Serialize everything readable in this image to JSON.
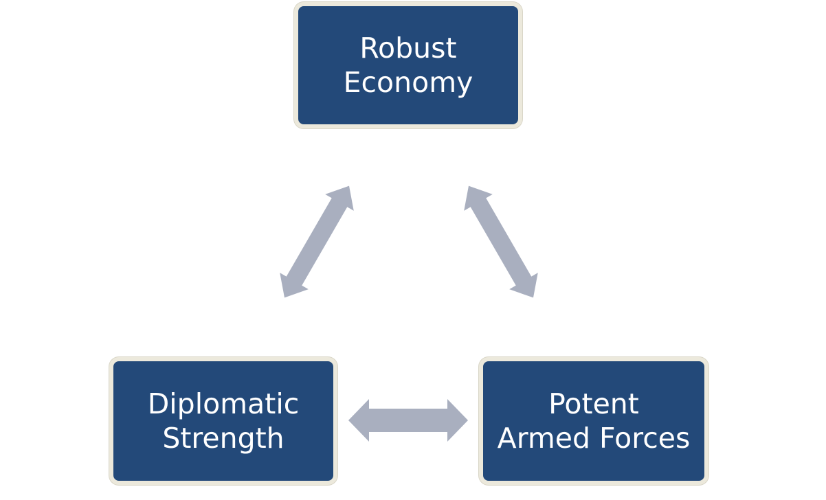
{
  "diagram": {
    "nodes": {
      "top": {
        "line1": "Robust",
        "line2": "Economy"
      },
      "left": {
        "line1": "Diplomatic",
        "line2": "Strength"
      },
      "right": {
        "line1": "Potent",
        "line2": "Armed Forces"
      }
    },
    "connections": [
      {
        "from": "Robust Economy",
        "to": "Diplomatic Strength",
        "type": "bidirectional"
      },
      {
        "from": "Robust Economy",
        "to": "Potent Armed Forces",
        "type": "bidirectional"
      },
      {
        "from": "Diplomatic Strength",
        "to": "Potent Armed Forces",
        "type": "bidirectional"
      }
    ],
    "colors": {
      "node_fill": "#234979",
      "node_border": "#ece9dc",
      "node_text": "#ffffff",
      "arrow_fill": "#a9afbf"
    }
  }
}
